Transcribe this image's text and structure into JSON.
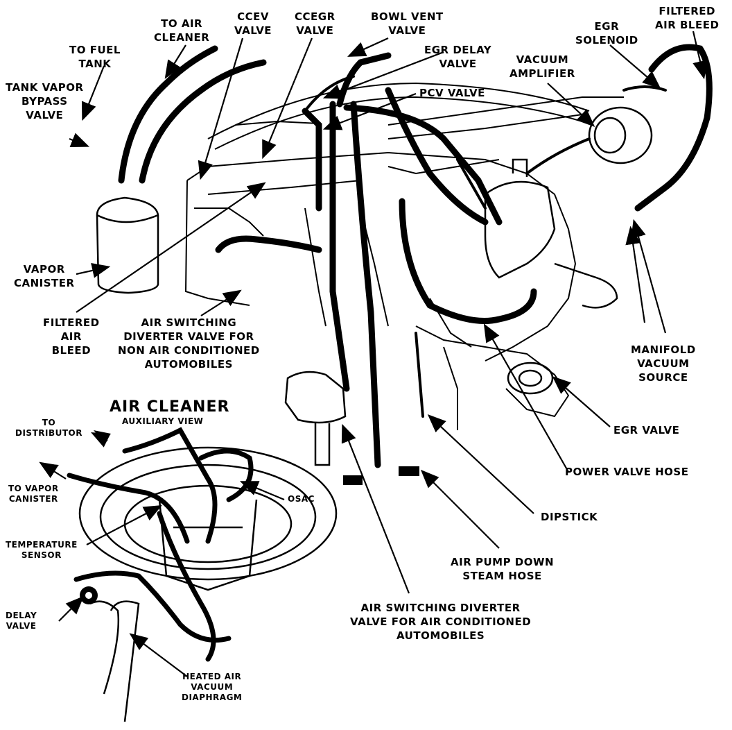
{
  "labels": {
    "to_fuel_tank": [
      "TO FUEL",
      "TANK"
    ],
    "to_air_cleaner": [
      "TO AIR",
      "CLEANER"
    ],
    "ccev_valve": [
      "CCEV",
      "VALVE"
    ],
    "ccegr_valve": [
      "CCEGR",
      "VALVE"
    ],
    "bowl_vent_valve": [
      "BOWL VENT",
      "VALVE"
    ],
    "egr_delay_valve": [
      "EGR DELAY",
      "VALVE"
    ],
    "pcv_valve": [
      "PCV VALVE"
    ],
    "vacuum_amplifier": [
      "VACUUM",
      "AMPLIFIER"
    ],
    "egr_solenoid": [
      "EGR",
      "SOLENOID"
    ],
    "filtered_air_bleed_top": [
      "FILTERED",
      "AIR BLEED"
    ],
    "tank_vapor_bypass_valve": [
      "TANK VAPOR",
      "BYPASS",
      "VALVE"
    ],
    "vapor_canister": [
      "VAPOR",
      "CANISTER"
    ],
    "filtered_air_bleed": [
      "FILTERED",
      "AIR",
      "BLEED"
    ],
    "air_switching_diverter_non_ac": [
      "AIR SWITCHING",
      "DIVERTER VALVE FOR",
      "NON AIR CONDITIONED",
      "AUTOMOBILES"
    ],
    "manifold_vacuum_source": [
      "MANIFOLD",
      "VACUUM",
      "SOURCE"
    ],
    "egr_valve": [
      "EGR VALVE"
    ],
    "power_valve_hose": [
      "POWER VALVE HOSE"
    ],
    "dipstick": [
      "DIPSTICK"
    ],
    "air_pump_down_steam_hose": [
      "AIR PUMP DOWN",
      "STEAM HOSE"
    ],
    "air_switching_diverter_ac": [
      "AIR SWITCHING DIVERTER",
      "VALVE FOR AIR CONDITIONED",
      "AUTOMOBILES"
    ],
    "air_cleaner_title": [
      "AIR CLEANER"
    ],
    "auxiliary_view": [
      "AUXILIARY VIEW"
    ],
    "to_distributor": [
      "TO",
      "DISTRIBUTOR"
    ],
    "to_vapor_canister": [
      "TO VAPOR",
      "CANISTER"
    ],
    "temperature_sensor": [
      "TEMPERATURE",
      "SENSOR"
    ],
    "osac": [
      "OSAC"
    ],
    "delay_valve": [
      "DELAY",
      "VALVE"
    ],
    "heated_air_vacuum_diaphragm": [
      "HEATED AIR",
      "VACUUM",
      "DIAPHRAGM"
    ]
  }
}
